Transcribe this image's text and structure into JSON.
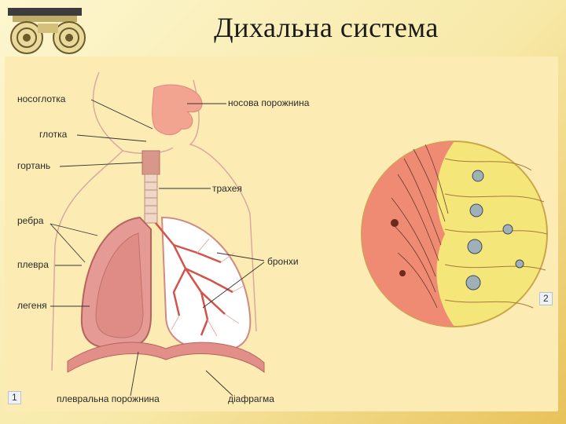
{
  "title": "Дихальна система",
  "labels": {
    "nasopharynx": "носоглотка",
    "nasal_cavity": "носова порожнина",
    "pharynx": "глотка",
    "larynx": "гортань",
    "trachea": "трахея",
    "ribs": "ребра",
    "pleura": "плевра",
    "bronchi": "бронхи",
    "lungs": "легеня",
    "pleural_cavity": "плевральна порожнина",
    "diaphragm": "діафрагма"
  },
  "figure_numbers": {
    "fig1": "1",
    "fig2": "2"
  },
  "colors": {
    "background": "#fcecb4",
    "lung_fill": "#e59a95",
    "body_outline": "#d8a9a0",
    "epithelium_yellow": "#f5e67a",
    "mucus_red": "#ef8a73"
  }
}
